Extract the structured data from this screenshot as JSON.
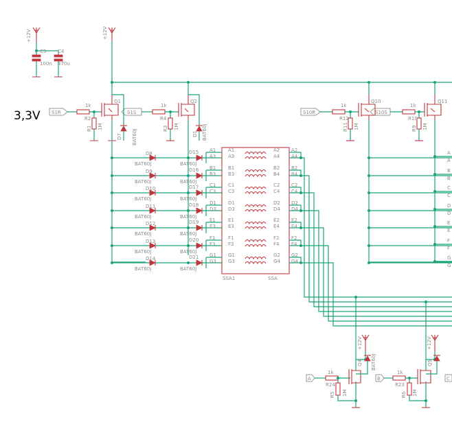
{
  "annotation": "3,3V",
  "supplies": [
    {
      "id": "vcc-top-left",
      "label": "+12V"
    },
    {
      "id": "vcc-top",
      "label": "+12V"
    },
    {
      "id": "vcc-bottom-1",
      "label": "+12V"
    },
    {
      "id": "vcc-bottom-2",
      "label": "+12V"
    }
  ],
  "capacitors": {
    "c3": "C3",
    "c3_value": "100n",
    "c4": "C4",
    "c4_value": "470u"
  },
  "ports": {
    "s1r": "S1R",
    "s1s": "S1S",
    "s10r": "S10R",
    "s10s": "S10S",
    "a_in": "A",
    "b_in": "B",
    "c_in": "C"
  },
  "resistors": {
    "r2": "R2",
    "r2v": "1k",
    "r1": "R1",
    "r1v": "1M",
    "r4": "R4",
    "r4v": "1k",
    "r3": "R3",
    "r3v": "1M",
    "r12": "R12",
    "r12v": "1k",
    "r11": "R11",
    "r11v": "1M",
    "r10": "R10",
    "r10v": "1k",
    "r9": "R9",
    "r9v": "1M",
    "r24": "R24",
    "r24v": "1k",
    "r5": "R5",
    "r5v": "1M",
    "r23": "R23",
    "r23v": "1k",
    "r6": "R6",
    "r6v": "1M"
  },
  "mosfets": {
    "q1": "Q1",
    "q2": "Q2",
    "q10": "Q10",
    "q11": "Q11",
    "q4": "Q4",
    "q5": "Q5"
  },
  "diode_part": "BAT60J",
  "diodes_left": [
    "D8",
    "D9",
    "D10",
    "D11",
    "D12",
    "D13",
    "D14"
  ],
  "diodes_right": [
    "D15",
    "D16",
    "D17",
    "D18",
    "D19",
    "D20",
    "D21"
  ],
  "switch": {
    "name_left": "SSA1",
    "name_right": "SSA",
    "left_pins": [
      [
        "A1",
        "A3"
      ],
      [
        "B1",
        "B3"
      ],
      [
        "C1",
        "C3"
      ],
      [
        "D1",
        "D3"
      ],
      [
        "E1",
        "E3"
      ],
      [
        "F1",
        "F3"
      ],
      [
        "G1",
        "G3"
      ]
    ],
    "right_pins": [
      [
        "A2",
        "A4"
      ],
      [
        "B2",
        "B4"
      ],
      [
        "C2",
        "C4"
      ],
      [
        "D2",
        "D4"
      ],
      [
        "E2",
        "E4"
      ],
      [
        "F2",
        "F4"
      ],
      [
        "G2",
        "G4"
      ]
    ],
    "net_labels": [
      "A2",
      "B2",
      "C2",
      "D2",
      "E2",
      "F2",
      "G2"
    ]
  },
  "edge_labels": [
    "A",
    "A",
    "B",
    "B",
    "C",
    "C",
    "D",
    "D",
    "E",
    "E",
    "F",
    "F",
    "G",
    "G"
  ]
}
